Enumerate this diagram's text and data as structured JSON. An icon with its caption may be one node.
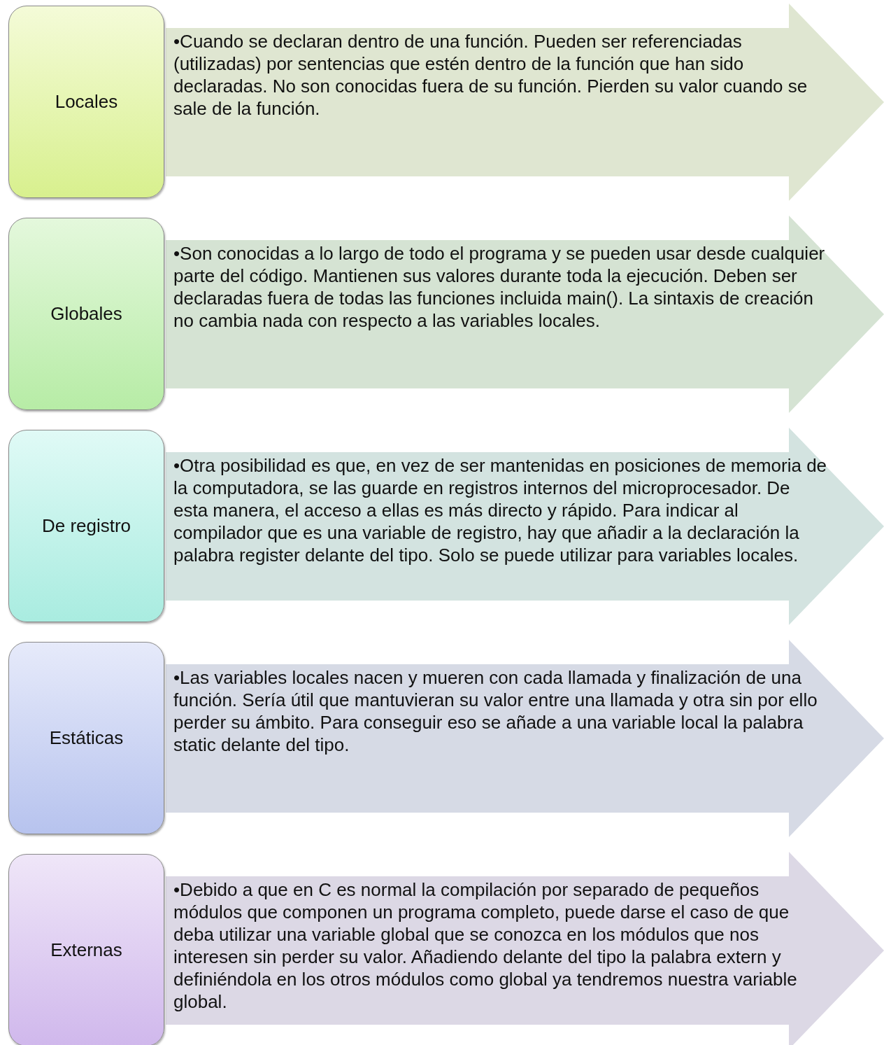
{
  "diagram": {
    "nodes": [
      {
        "text": [
          "Locales"
        ]
      },
      {
        "text": [
          "•Cuando se declaran dentro de una función. Pueden ser referenciadas (utilizadas) por sentencias que estén dentro de la función que han sido declaradas. No son conocidas fuera de su función. Pierden su valor cuando se sale de la función."
        ]
      },
      {
        "text": [
          "Globales"
        ]
      },
      {
        "text": [
          "•Son conocidas a lo largo de todo el programa y se pueden usar desde cualquier parte del código. Mantienen sus valores durante toda la ejecución. Deben ser declaradas fuera de todas las funciones incluida main(). La sintaxis de creación no cambia nada con respecto a las variables locales."
        ]
      },
      {
        "text": [
          "De registro"
        ]
      },
      {
        "text": [
          "•Otra posibilidad es que, en vez de ser mantenidas en posiciones de memoria de la computadora, se las guarde en registros internos del microprocesador. De esta manera, el acceso a ellas es más directo y rápido. Para indicar al compilador que es una variable de registro, hay que añadir a la declaración la palabra register delante del tipo. Solo se puede utilizar para variables locales."
        ]
      },
      {
        "text": [
          "Estáticas"
        ]
      },
      {
        "text": [
          "•Las variables locales nacen y mueren con cada llamada y finalización de una función. Sería útil que mantuvieran su valor entre una llamada y otra sin por ello perder su ámbito. Para conseguir eso se añade a una variable local la palabra static delante del tipo."
        ]
      },
      {
        "text": [
          "Externas"
        ]
      },
      {
        "text": [
          "•Debido a que en C es normal la compilación por separado de pequeños módulos que componen un programa completo, puede darse el caso de que deba utilizar una variable global que se conozca en los módulos que nos interesen sin perder su valor. Añadiendo delante del tipo la palabra extern y definiéndola en los otros módulos como global ya tendremos nuestra variable global."
        ]
      }
    ]
  }
}
